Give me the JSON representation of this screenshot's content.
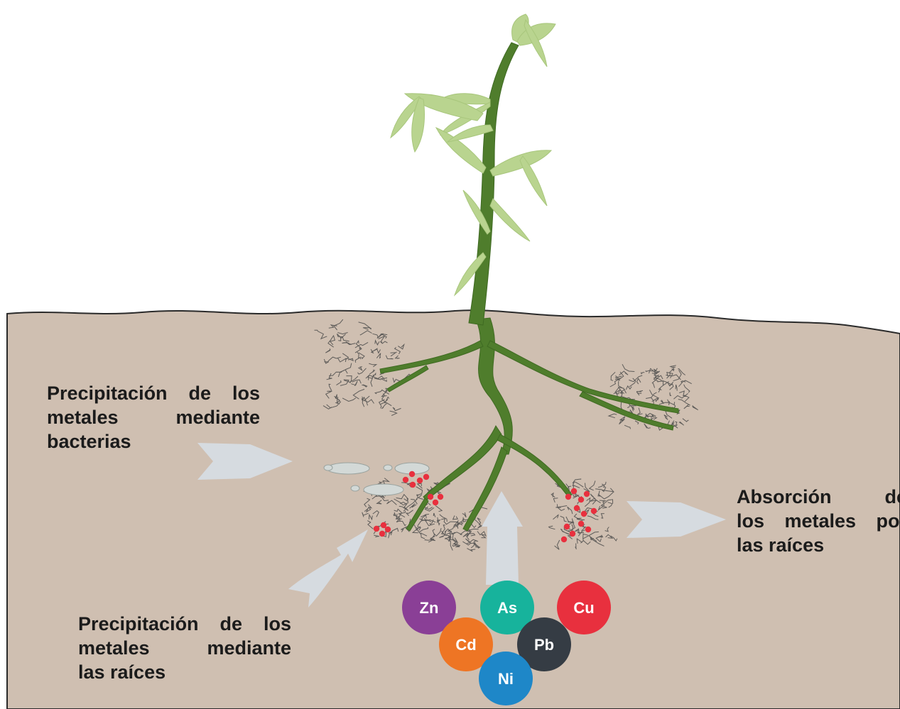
{
  "captions": {
    "bacteria": {
      "line1": "Precipitación de los",
      "line2": "metales mediante",
      "line3": "bacterias"
    },
    "roots": {
      "line1": "Precipitación de los",
      "line2": "metales mediante",
      "line3": "las raíces"
    },
    "absorption": {
      "line1": "Absorción de",
      "line2": "los metales por",
      "line3": "las raíces"
    }
  },
  "metals": [
    {
      "symbol": "Zn",
      "color": "#8a3f96"
    },
    {
      "symbol": "As",
      "color": "#17b39c"
    },
    {
      "symbol": "Cu",
      "color": "#e8303e"
    },
    {
      "symbol": "Cd",
      "color": "#ee7524"
    },
    {
      "symbol": "Pb",
      "color": "#353c44"
    },
    {
      "symbol": "Ni",
      "color": "#1e87c8"
    }
  ],
  "colors": {
    "soil": "#cfbfb1",
    "soil_outline": "#2a2a2a",
    "stem": "#4f7d2c",
    "leaf": "#b9d48f",
    "arrow": "#d6dbe0",
    "metal_dot": "#e8303e",
    "root_hair": "#4a4a4a",
    "bacteria": "#d3d9d7"
  }
}
